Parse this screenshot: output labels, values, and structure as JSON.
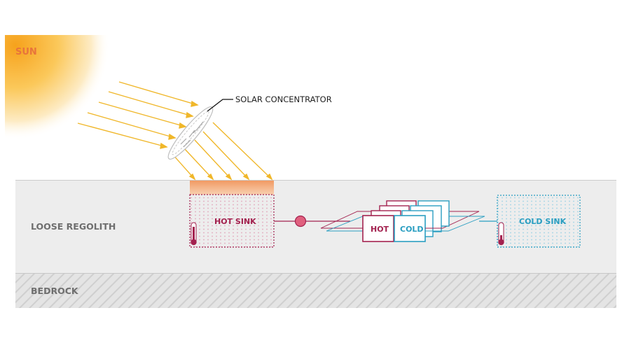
{
  "labels": {
    "sun": "SUN",
    "solar_concentrator": "SOLAR CONCENTRATOR",
    "loose_regolith": "LOOSE REGOLITH",
    "bedrock": "BEDROCK",
    "hot_sink": "HOT SINK",
    "hot": "HOT",
    "cold": "COLD",
    "cold_sink": "COLD SINK"
  },
  "colors": {
    "sun": "#f5a623",
    "sun_label": "#e8743b",
    "ray": "#f0b72a",
    "regolith": "#ededed",
    "bedrock": "#e2e2e2",
    "label_gray": "#6e6e6e",
    "hot": "#a3224f",
    "cold": "#2a9ec1",
    "hot_surface": "#f3a56e"
  },
  "icons": [
    "sun-icon",
    "solar-concentrator-icon",
    "thermometer-icon",
    "heat-engine-icon"
  ]
}
